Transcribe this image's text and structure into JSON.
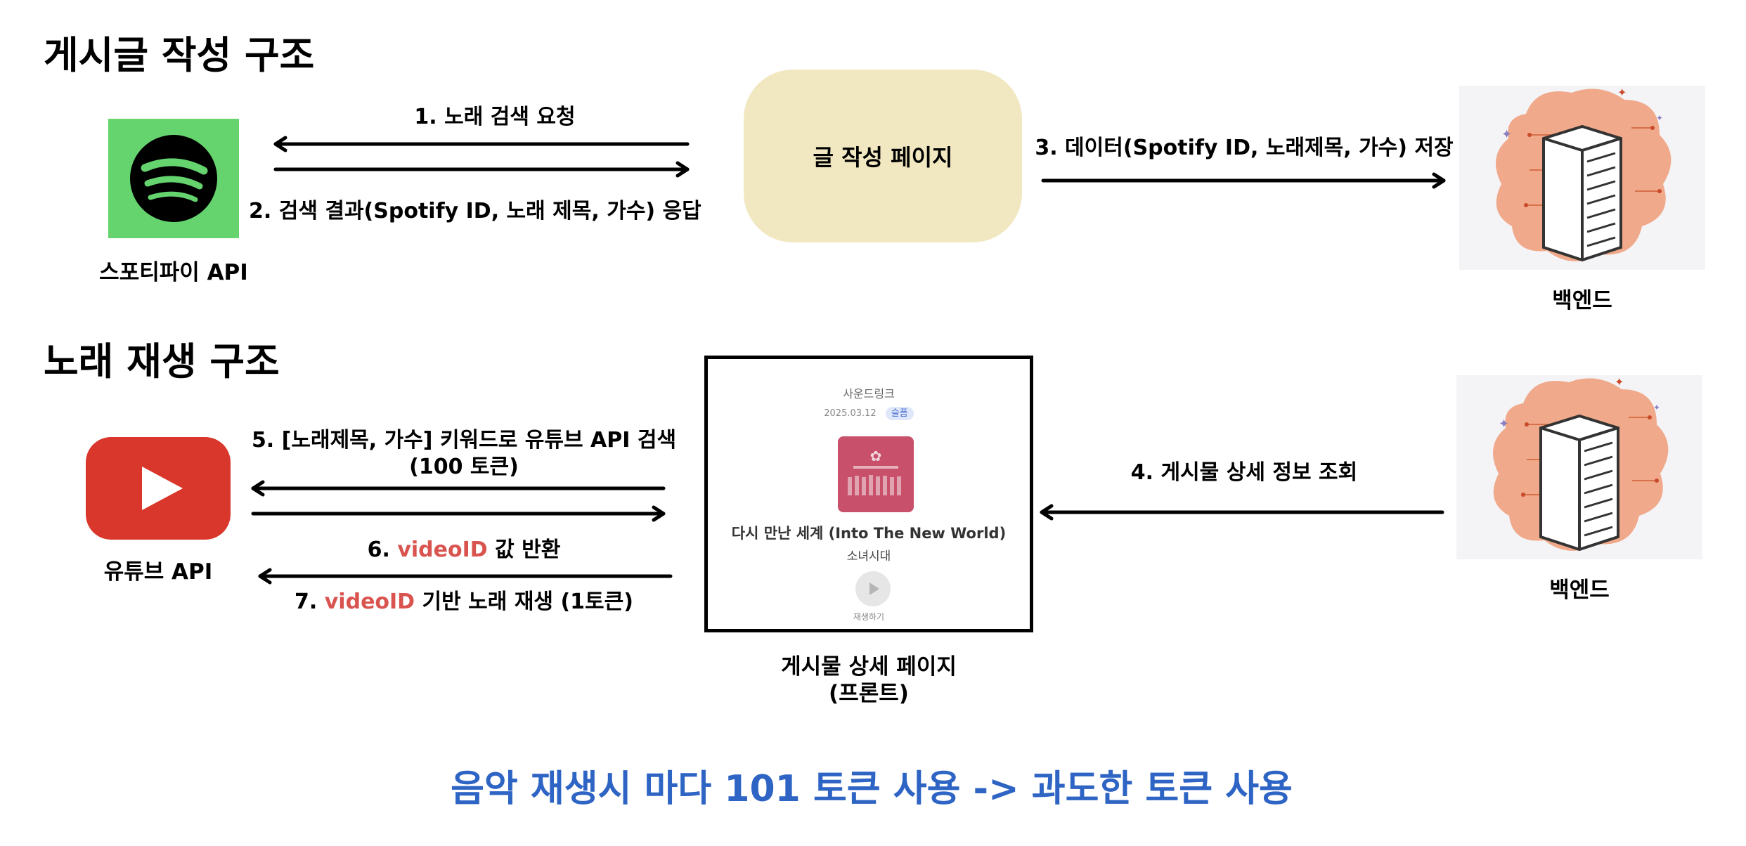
{
  "sections": {
    "write_title": "게시글 작성 구조",
    "play_title": "노래 재생 구조"
  },
  "nodes": {
    "spotify_label": "스포티파이 API",
    "write_page_label": "글 작성 페이지",
    "backend_label_1": "백엔드",
    "youtube_label": "유튜브 API",
    "detail_page_label_line1": "게시물 상세 페이지",
    "detail_page_label_line2": "(프론트)",
    "backend_label_2": "백엔드"
  },
  "edges": {
    "e1": "1. 노래 검색 요청",
    "e2": "2. 검색 결과(Spotify ID, 노래 제목, 가수) 응답",
    "e3": "3. 데이터(Spotify ID, 노래제목, 가수) 저장",
    "e4": "4. 게시물 상세 정보 조회",
    "e5_line1": "5. [노래제목, 가수] 키워드로 유튜브 API 검색",
    "e5_line2": "(100 토큰)",
    "e6_prefix": "6. ",
    "e6_highlight": "videoID",
    "e6_suffix": " 값 반환",
    "e7_prefix": "7. ",
    "e7_highlight": "videoID",
    "e7_suffix": " 기반 노래 재생 (1토큰)"
  },
  "detail_card": {
    "category": "사운드링크",
    "date": "2025.03.12",
    "mood_badge": "슬픔",
    "song_title": "다시 만난 세계 (Into The New World)",
    "artist": "소녀시대",
    "play_label": "재생하기"
  },
  "bottom_note": "음악 재생시 마다 101 토큰 사용 -> 과도한 토큰 사용",
  "colors": {
    "spotify_green": "#65d46e",
    "youtube_red": "#d9372b",
    "write_page_bg": "#f1e8c2",
    "highlight_red": "#d9534f",
    "note_blue": "#2e64c4"
  },
  "icons": [
    "spotify-logo-icon",
    "youtube-logo-icon",
    "server-icon",
    "play-icon"
  ]
}
